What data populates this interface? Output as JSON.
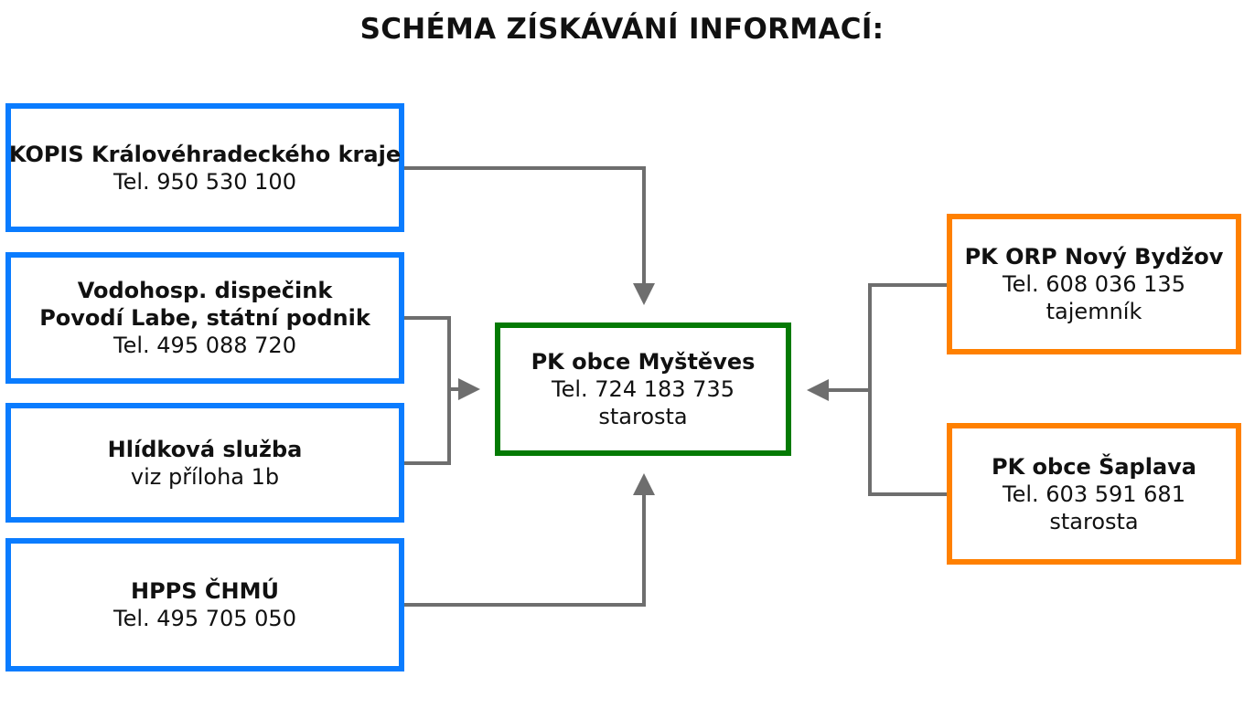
{
  "title": "SCHÉMA ZÍSKÁVÁNÍ INFORMACÍ:",
  "colors": {
    "source_border": "#0a7cff",
    "center_border": "#047a04",
    "neighbor_border": "#ff8000",
    "connector": "#6e6e6e"
  },
  "sources": [
    {
      "name": "KOPIS Královéhradeckého kraje",
      "detail": "Tel. 950 530 100"
    },
    {
      "name_line1": "Vodohosp. dispečink",
      "name_line2": "Povodí Labe, státní podnik",
      "detail": "Tel. 495 088 720"
    },
    {
      "name": "Hlídková služba",
      "detail": "viz příloha 1b"
    },
    {
      "name": "HPPS ČHMÚ",
      "detail": "Tel. 495 705 050"
    }
  ],
  "center": {
    "name": "PK obce Myštěves",
    "phone": "Tel. 724 183 735",
    "role": "starosta"
  },
  "neighbors": [
    {
      "name": "PK ORP Nový Bydžov",
      "phone": "Tel. 608 036 135",
      "role": "tajemník"
    },
    {
      "name": "PK obce Šaplava",
      "phone": "Tel. 603 591 681",
      "role": "starosta"
    }
  ]
}
